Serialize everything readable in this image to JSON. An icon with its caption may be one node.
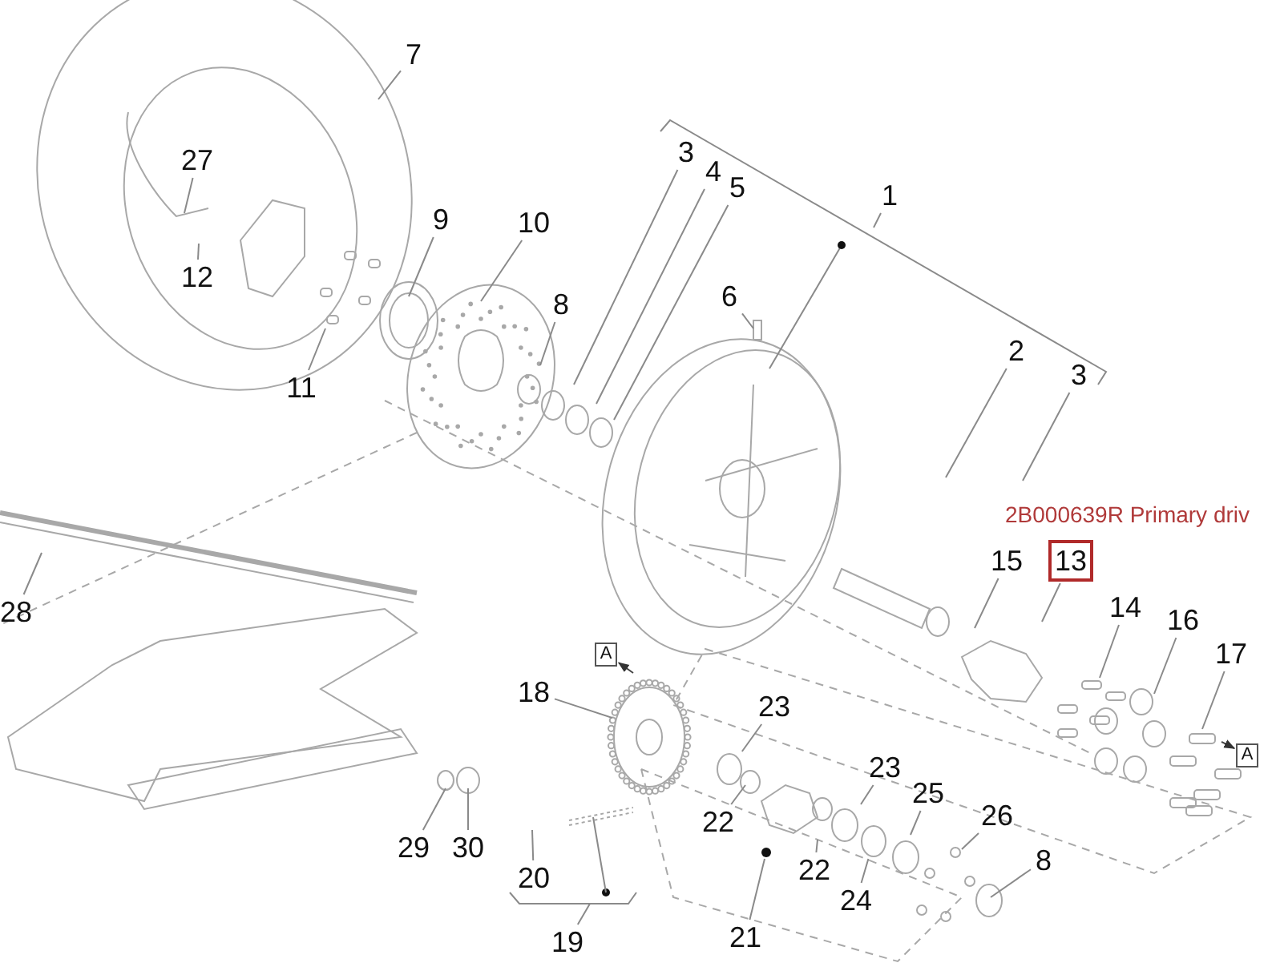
{
  "diagram": {
    "nodes": [
      {
        "text": [
          "7"
        ]
      },
      {
        "text": [
          "27"
        ]
      },
      {
        "text": [
          "12"
        ]
      },
      {
        "text": [
          "9"
        ]
      },
      {
        "text": [
          "10"
        ]
      },
      {
        "text": [
          "11"
        ]
      },
      {
        "text": [
          "8"
        ]
      },
      {
        "text": [
          "3"
        ]
      },
      {
        "text": [
          "4"
        ]
      },
      {
        "text": [
          "5"
        ]
      },
      {
        "text": [
          "1"
        ]
      },
      {
        "text": [
          "6"
        ]
      },
      {
        "text": [
          "2"
        ]
      },
      {
        "text": [
          "3"
        ]
      },
      {
        "text": [
          "15"
        ]
      },
      {
        "text": [
          "13"
        ]
      },
      {
        "text": [
          "14"
        ]
      },
      {
        "text": [
          "16"
        ]
      },
      {
        "text": [
          "17"
        ]
      },
      {
        "text": [
          "A"
        ]
      },
      {
        "text": [
          "A"
        ]
      },
      {
        "text": [
          "18"
        ]
      },
      {
        "text": [
          "23"
        ]
      },
      {
        "text": [
          "22"
        ]
      },
      {
        "text": [
          "23"
        ]
      },
      {
        "text": [
          "25"
        ]
      },
      {
        "text": [
          "22"
        ]
      },
      {
        "text": [
          "26"
        ]
      },
      {
        "text": [
          "8"
        ]
      },
      {
        "text": [
          "24"
        ]
      },
      {
        "text": [
          "21"
        ]
      },
      {
        "text": [
          "28"
        ]
      },
      {
        "text": [
          "29"
        ]
      },
      {
        "text": [
          "30"
        ]
      },
      {
        "text": [
          "20"
        ]
      },
      {
        "text": [
          "19"
        ]
      },
      {
        "text": [],
        "shape": "circle"
      },
      {
        "text": [],
        "shape": "circle"
      },
      {
        "text": [],
        "shape": "circle"
      }
    ],
    "edges": [
      {
        "from": 0,
        "to": null,
        "arrow": "none"
      },
      {
        "from": 1,
        "to": null,
        "arrow": "none"
      },
      {
        "from": 2,
        "to": null,
        "arrow": "none"
      },
      {
        "from": 3,
        "to": null,
        "arrow": "none"
      },
      {
        "from": 4,
        "to": null,
        "arrow": "none"
      },
      {
        "from": 5,
        "to": null,
        "arrow": "none"
      },
      {
        "from": 6,
        "to": null,
        "arrow": "none"
      },
      {
        "from": 7,
        "to": null,
        "arrow": "none"
      },
      {
        "from": 8,
        "to": null,
        "arrow": "none"
      },
      {
        "from": 9,
        "to": null,
        "arrow": "none"
      },
      {
        "from": 10,
        "to": null,
        "arrow": "none"
      },
      {
        "from": 11,
        "to": null,
        "arrow": "none"
      },
      {
        "from": 12,
        "to": null,
        "arrow": "none"
      },
      {
        "from": 13,
        "to": null,
        "arrow": "none"
      },
      {
        "from": 14,
        "to": null,
        "arrow": "none"
      },
      {
        "from": 15,
        "to": null,
        "arrow": "none"
      },
      {
        "from": 16,
        "to": null,
        "arrow": "none"
      },
      {
        "from": 17,
        "to": null,
        "arrow": "none"
      },
      {
        "from": 18,
        "to": null,
        "arrow": "none"
      },
      {
        "from": null,
        "to": 19,
        "arrow": "to"
      },
      {
        "from": null,
        "to": 20,
        "arrow": "to"
      },
      {
        "from": 21,
        "to": null,
        "arrow": "none"
      },
      {
        "from": 22,
        "to": 36,
        "arrow": "none"
      },
      {
        "from": 23,
        "to": null,
        "arrow": "none"
      },
      {
        "from": 24,
        "to": null,
        "arrow": "none"
      },
      {
        "from": 25,
        "to": null,
        "arrow": "none"
      },
      {
        "from": 26,
        "to": null,
        "arrow": "none"
      },
      {
        "from": 27,
        "to": null,
        "arrow": "none"
      },
      {
        "from": 28,
        "to": null,
        "arrow": "none"
      },
      {
        "from": 29,
        "to": 37,
        "arrow": "none"
      },
      {
        "from": 30,
        "to": 38,
        "arrow": "none"
      },
      {
        "from": 31,
        "to": null,
        "arrow": "none"
      },
      {
        "from": 32,
        "to": null,
        "arrow": "none"
      },
      {
        "from": 33,
        "to": null,
        "arrow": "none"
      },
      {
        "from": 34,
        "to": null,
        "arrow": "none"
      },
      {
        "from": 35,
        "to": null,
        "arrow": "none"
      }
    ],
    "labels": [
      "2B000639R Primary driv"
    ]
  }
}
